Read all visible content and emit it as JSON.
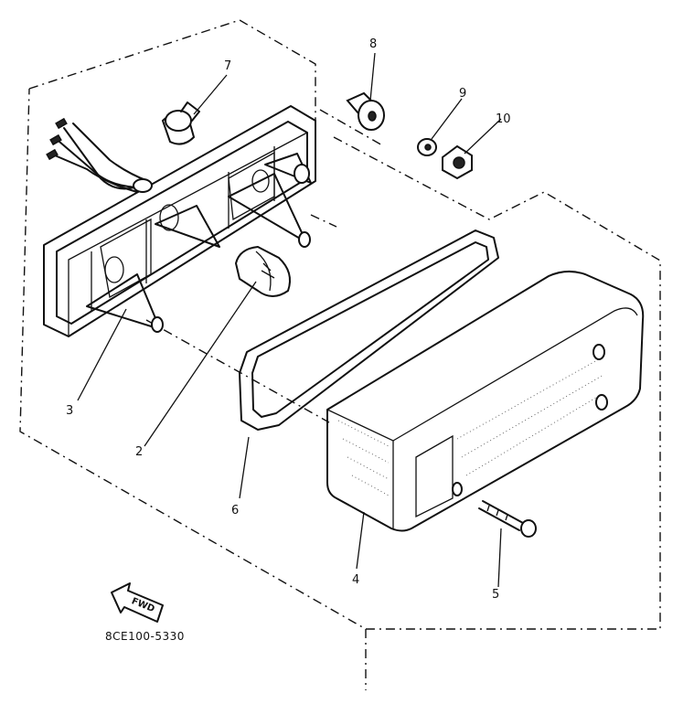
{
  "diagram": {
    "drawing_code": "8CE100-5330",
    "direction_label": "FWD",
    "callouts": [
      {
        "id": "c1",
        "label": "8"
      },
      {
        "id": "c2",
        "label": "7"
      },
      {
        "id": "c3",
        "label": "9"
      },
      {
        "id": "c4",
        "label": "10"
      },
      {
        "id": "c5",
        "label": "3"
      },
      {
        "id": "c6",
        "label": "2"
      },
      {
        "id": "c7",
        "label": "6"
      },
      {
        "id": "c8",
        "label": "4"
      },
      {
        "id": "c9",
        "label": "5"
      }
    ]
  }
}
